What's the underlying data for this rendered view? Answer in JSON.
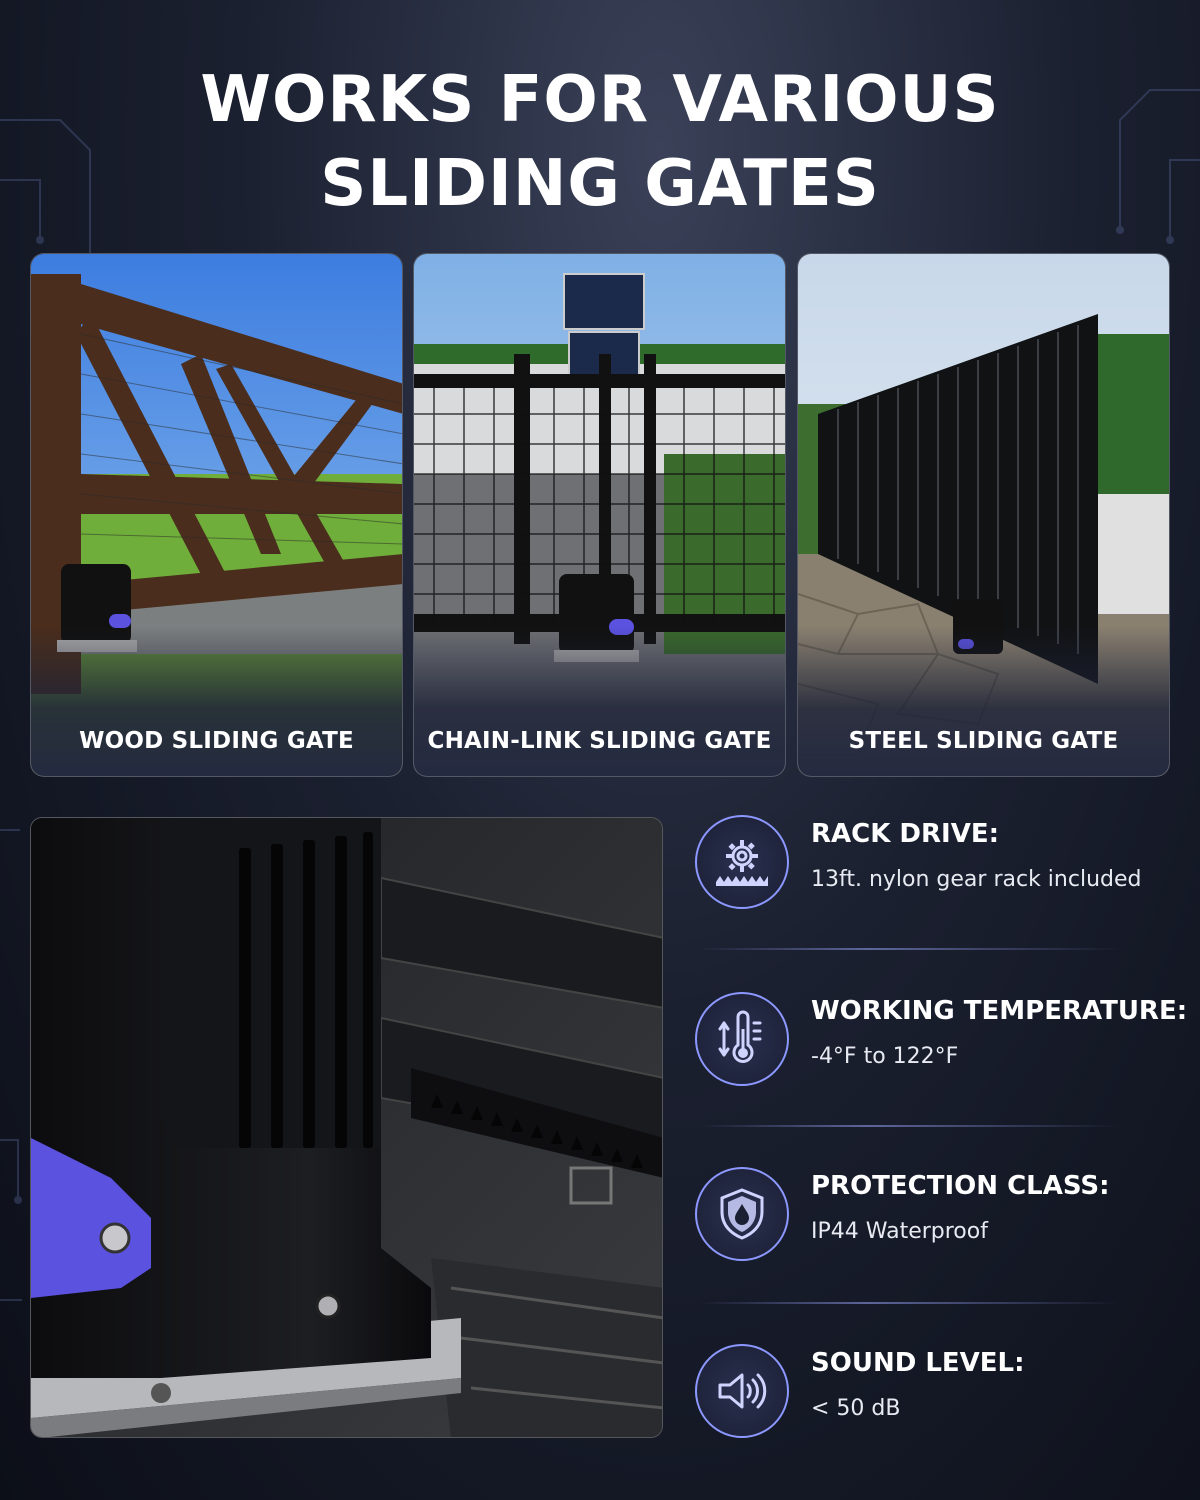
{
  "headline": {
    "line1": "WORKS FOR VARIOUS",
    "line2": "SLIDING GATES"
  },
  "gates": [
    {
      "label": "WOOD SLIDING GATE"
    },
    {
      "label": "CHAIN-LINK SLIDING GATE"
    },
    {
      "label": "STEEL SLIDING GATE"
    }
  ],
  "features": [
    {
      "title": "RACK DRIVE:",
      "desc": "13ft. nylon gear rack included",
      "icon": "gear-rack-icon"
    },
    {
      "title": "WORKING TEMPERATURE:",
      "desc": "-4°F to 122°F",
      "icon": "thermometer-icon"
    },
    {
      "title": "PROTECTION CLASS:",
      "desc": "IP44 Waterproof",
      "icon": "shield-water-icon"
    },
    {
      "title": "SOUND LEVEL:",
      "desc": "< 50 dB",
      "icon": "speaker-icon"
    }
  ],
  "colors": {
    "accent": "#8c98ff",
    "motor_accent": "#5b52e0",
    "background": "#1b2030"
  }
}
